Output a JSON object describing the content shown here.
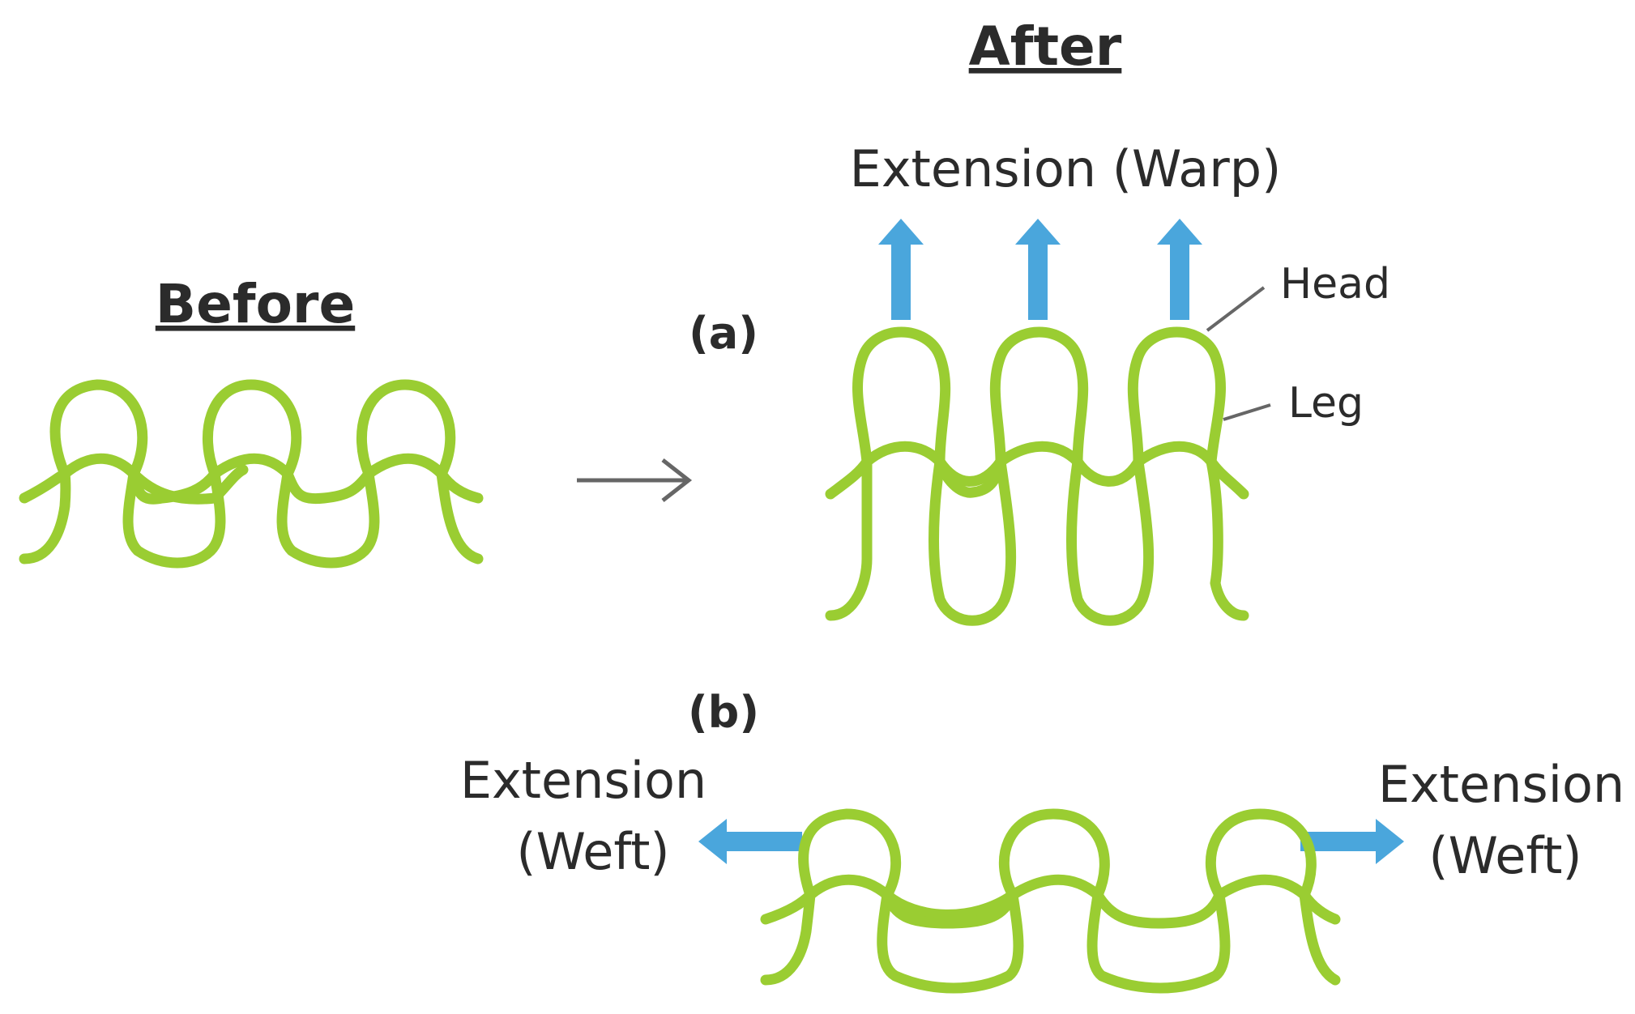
{
  "titles": {
    "before": "Before",
    "after": "After"
  },
  "panels": {
    "a": "(a)",
    "b": "(b)"
  },
  "labels": {
    "warp": "Extension (Warp)",
    "head": "Head",
    "leg": "Leg",
    "weft_left_line1": "Extension",
    "weft_left_line2": "(Weft)",
    "weft_right_line1": "Extension",
    "weft_right_line2": "(Weft)"
  },
  "colors": {
    "yarn": "#9acd32",
    "arrow": "#4aa6dc",
    "text": "#2b2b2b",
    "pointer": "#666666"
  }
}
